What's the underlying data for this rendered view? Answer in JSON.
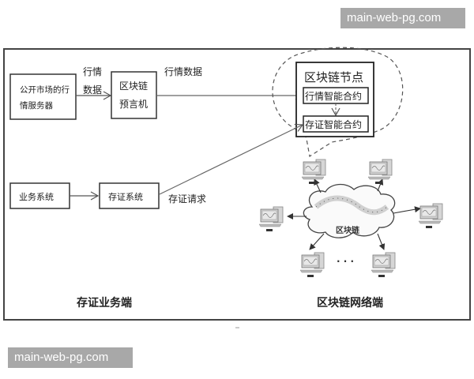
{
  "watermark": {
    "top": "main-web-pg.com",
    "bottom": "main-web-pg.com"
  },
  "diagram": {
    "business_side": {
      "title": "存证业务端",
      "market_server": {
        "line1": "公开市场的行",
        "line2": "情服务器"
      },
      "arrow_market_to_oracle": {
        "line1": "行情",
        "line2": "数据"
      },
      "oracle": {
        "line1": "区块链",
        "line2": "预言机"
      },
      "arrow_oracle_to_node": "行情数据",
      "business_system": "业务系统",
      "evidence_system": "存证系统",
      "arrow_evidence_to_node": "存证请求"
    },
    "network_side": {
      "title": "区块链网络端",
      "node": {
        "title": "区块链节点",
        "market_contract": "行情智能合约",
        "evidence_contract": "存证智能合约"
      },
      "cloud_label": "区块链",
      "ellipsis": "· · ·",
      "computer_count": 6
    }
  },
  "colors": {
    "line": "#555555",
    "frame": "#444444",
    "watermark_bg": "#a8a8a8"
  }
}
